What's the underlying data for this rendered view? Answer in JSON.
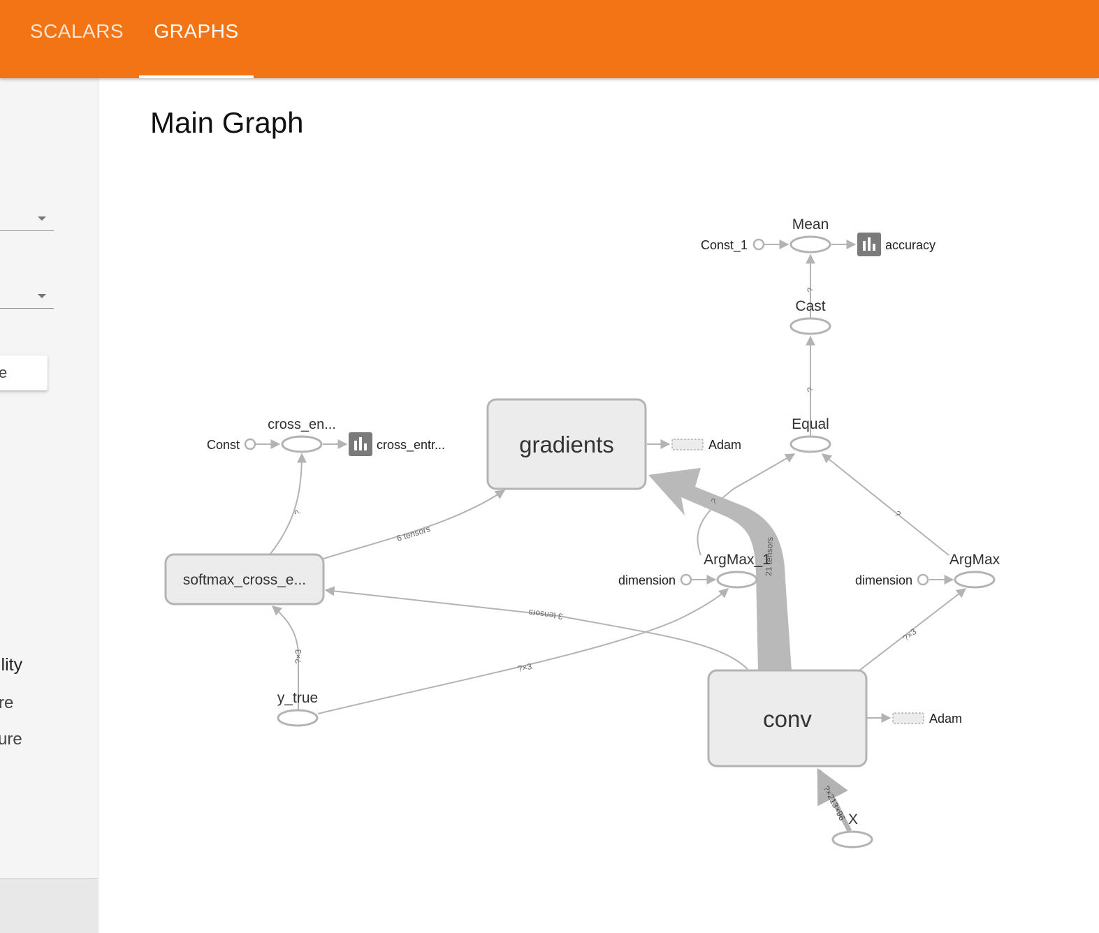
{
  "tabs": [
    {
      "label": "SCALARS"
    },
    {
      "label": "GRAPHS"
    }
  ],
  "sidebar": {
    "partial_button_text": "e",
    "partial_heading": "ility",
    "partial_option_1": "re",
    "partial_option_2": "ure"
  },
  "main": {
    "title": "Main Graph"
  },
  "graph": {
    "nodes": {
      "mean": "Mean",
      "const_1": "Const_1",
      "accuracy": "accuracy",
      "cast": "Cast",
      "equal": "Equal",
      "cross_en": "cross_en...",
      "const": "Const",
      "cross_entr": "cross_entr...",
      "gradients": "gradients",
      "adam_1": "Adam",
      "softmax": "softmax_cross_e...",
      "argmax_1": "ArgMax_1",
      "dimension_1": "dimension",
      "argmax": "ArgMax",
      "dimension_2": "dimension",
      "y_true": "y_true",
      "conv": "conv",
      "adam_2": "Adam",
      "x": "X"
    },
    "edges": {
      "six_tensors": "6 tensors",
      "three_tensors": "3 tensors",
      "twentyone_tensors": "21 tensors",
      "q_cast_mean": "?",
      "q_equal_cast": "?",
      "q_softmax_crossen": "?",
      "q_argmax1_equal": "?",
      "q_argmax_equal": "?",
      "ytrue_softmax": "?×3",
      "ytrue_argmax1": "?×3",
      "conv_argmax": "?×3",
      "x_conv": "?×213×96"
    }
  }
}
